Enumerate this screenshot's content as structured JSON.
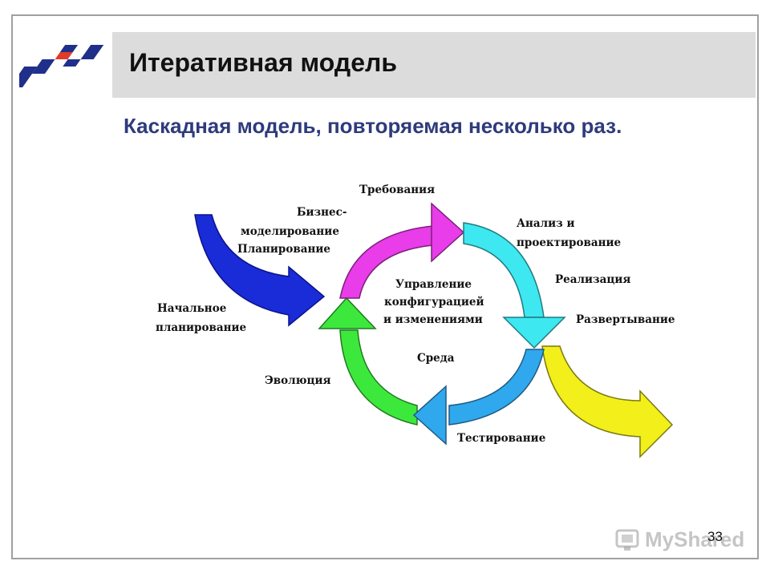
{
  "slide": {
    "title": "Итеративная модель",
    "subtitle": "Каскадная модель, повторяемая несколько раз.",
    "page_number": "33"
  },
  "logo": {
    "icon": "checkered-flag-logo-icon",
    "colors": [
      "#1f2f8a",
      "#e23a2b"
    ]
  },
  "diagram": {
    "labels": {
      "requirements": "Требования",
      "business_1": "Бизнес-",
      "business_2": "моделирование",
      "business_3": "Планирование",
      "analysis_1": "Анализ и",
      "analysis_2": "проектирование",
      "implementation": "Реализация",
      "deployment": "Развертывание",
      "initial_1": "Начальное",
      "initial_2": "планирование",
      "center_1": "Управление",
      "center_2": "конфигурацией",
      "center_3": "и изменениями",
      "environment": "Среда",
      "evolution": "Эволюция",
      "testing": "Тестирование"
    },
    "colors": {
      "entry_arrow": "#1a2bd8",
      "exit_arrow": "#f2ef1a",
      "ring_magenta": "#e83de8",
      "ring_cyan": "#3de8f0",
      "ring_blue": "#2fa8ee",
      "ring_green": "#3de83d"
    }
  },
  "watermark": {
    "text": "MyShared",
    "icon": "myshared-logo-icon"
  }
}
